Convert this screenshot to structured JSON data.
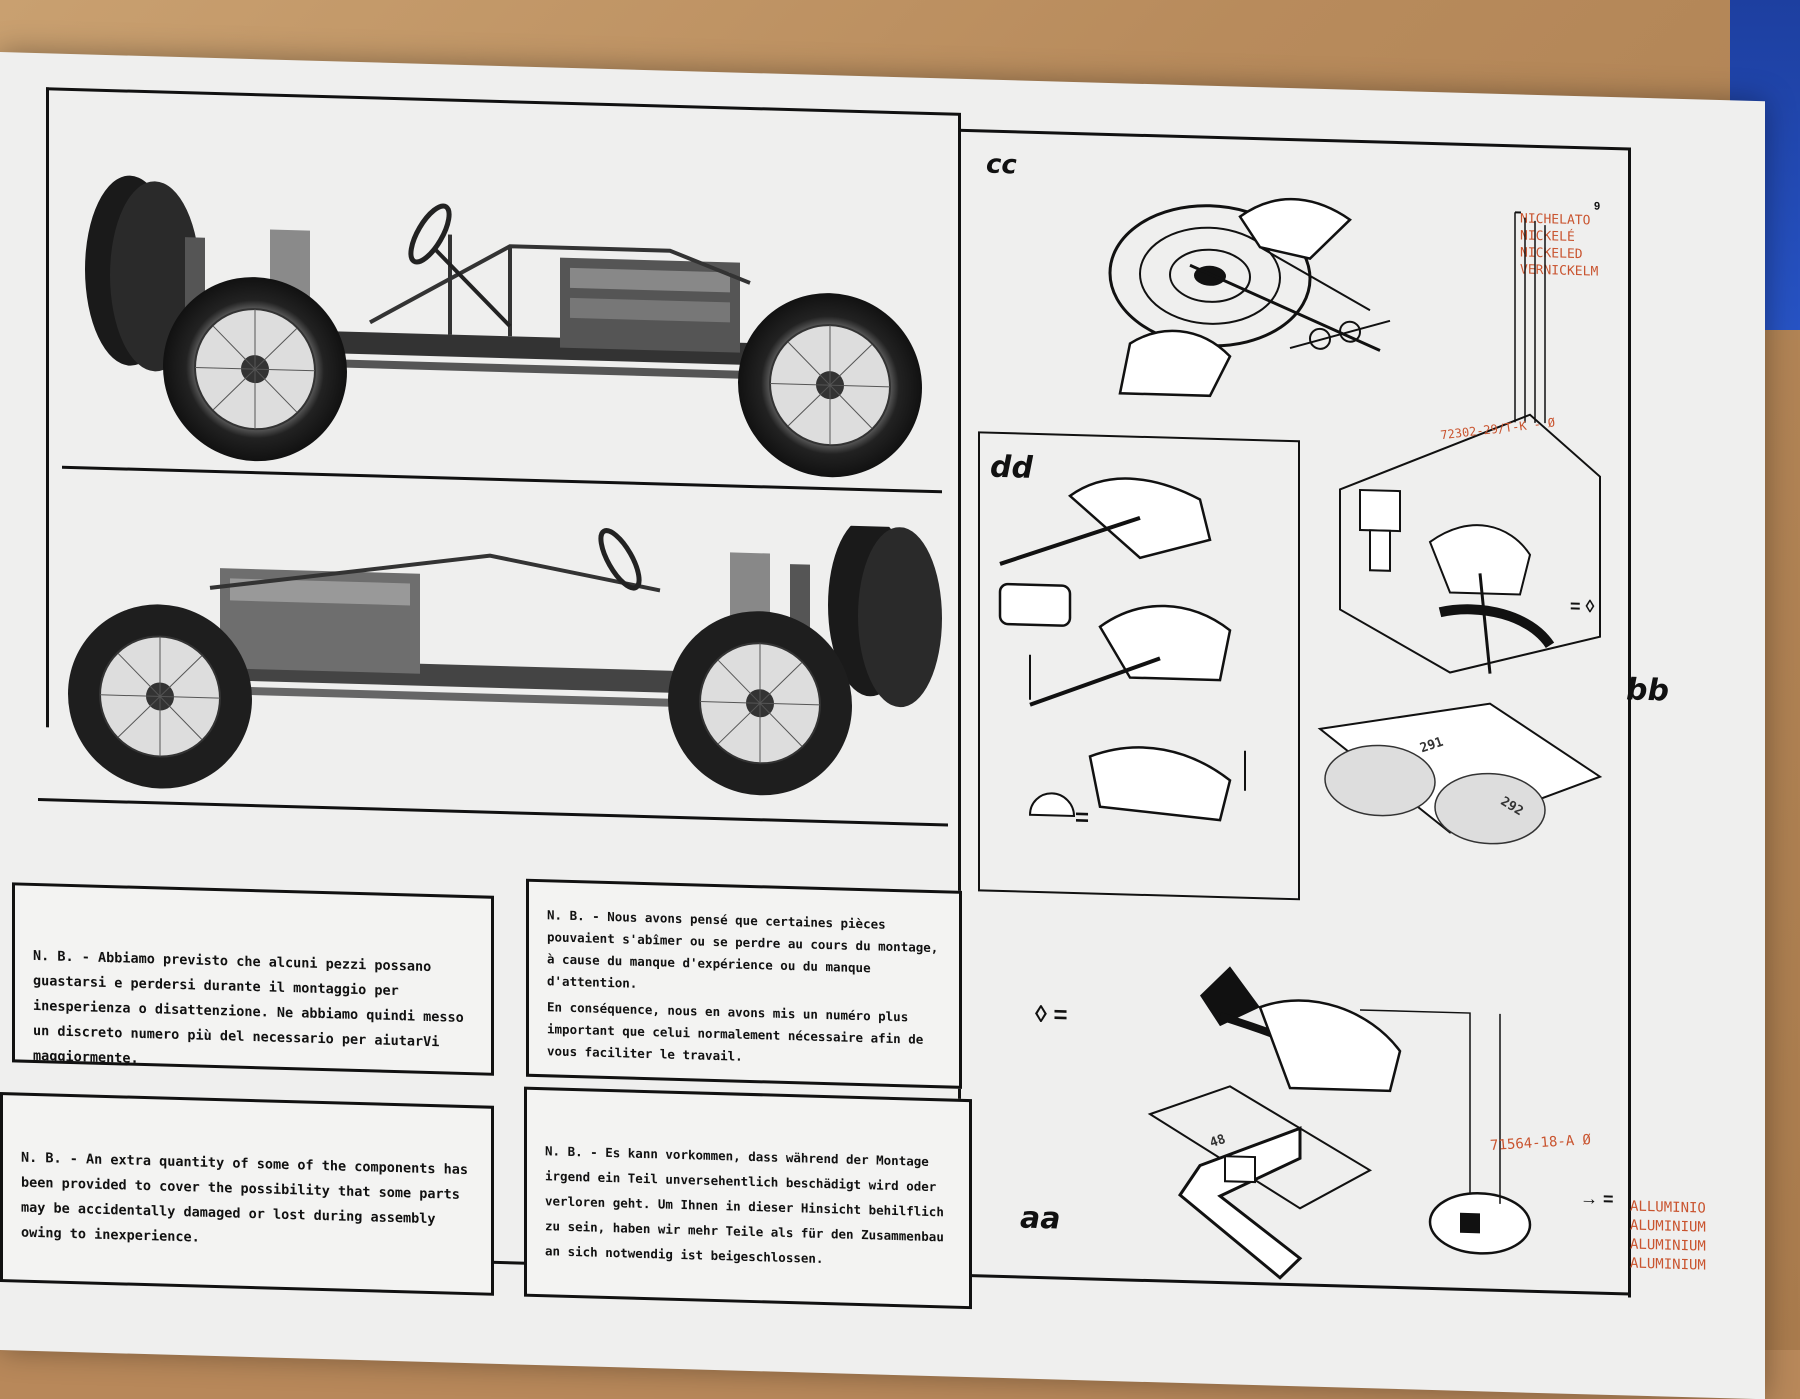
{
  "page": {
    "number": "9"
  },
  "notes": {
    "it": [
      "N. B. - Abbiamo previsto che alcuni pezzi possano guastarsi e perdersi durante il montaggio per inesperienza o disattenzione. Ne abbiamo quindi messo un discreto numero più del necessario per aiutarVi maggiormente."
    ],
    "fr": [
      "N. B. - Nous avons pensé que certaines pièces pouvaient s'abîmer ou se perdre au cours du montage, à cause du manque d'expérience ou du manque d'attention.",
      "En conséquence, nous en avons mis un numéro plus important que celui normalement nécessaire afin de vous faciliter le travail."
    ],
    "en": [
      "N. B. - An extra quantity of some of the components has been provided to cover the possibility that some parts may be accidentally damaged or lost during assembly owing to inexperience."
    ],
    "de": [
      "N. B. - Es kann vorkommen, dass während der Montage irgend ein Teil unversehentlich beschädigt wird oder verloren geht. Um Ihnen in dieser Hinsicht behilflich zu sein, haben wir mehr Teile als für den Zusammenbau an sich notwendig ist beigeschlossen."
    ]
  },
  "sections": {
    "cc": "cc",
    "dd": "dd",
    "bb": "bb",
    "aa": "aa"
  },
  "labels": {
    "nickel": [
      "NICHELATO",
      "NICKELÉ",
      "NICKELED",
      "VERNICKELM"
    ],
    "part_code_bb": "72302-29/T-K - Ø",
    "bag_1": "291",
    "bag_2": "292",
    "part_code_aa": "71564-18-A Ø",
    "alu": [
      "ALLUMINIO",
      "ALUMINIUM",
      "ALUMINIUM",
      "ALUMINIUM"
    ],
    "wrench_tag": "48"
  },
  "colors": {
    "accent_red": "#c9542f",
    "ink": "#111111",
    "paper": "#efefee"
  }
}
